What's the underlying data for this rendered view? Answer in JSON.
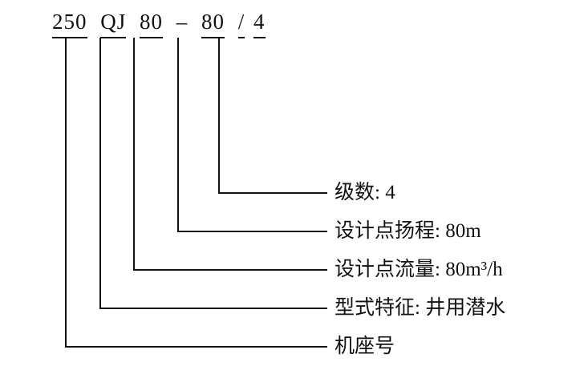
{
  "model_code": {
    "tokens": [
      "250",
      "QJ",
      "80",
      "–",
      "80",
      "/",
      "4"
    ]
  },
  "callouts": [
    {
      "id": "stages",
      "label": "级数: 4"
    },
    {
      "id": "design-head",
      "label": "设计点扬程: 80m"
    },
    {
      "id": "design-flow",
      "label": "设计点流量: 80m³/h"
    },
    {
      "id": "type-feature",
      "label": "型式特征: 井用潜水"
    },
    {
      "id": "frame-number",
      "label": "机座号"
    }
  ],
  "colors": {
    "line": "#111111",
    "text": "#111111",
    "background": "#ffffff"
  }
}
